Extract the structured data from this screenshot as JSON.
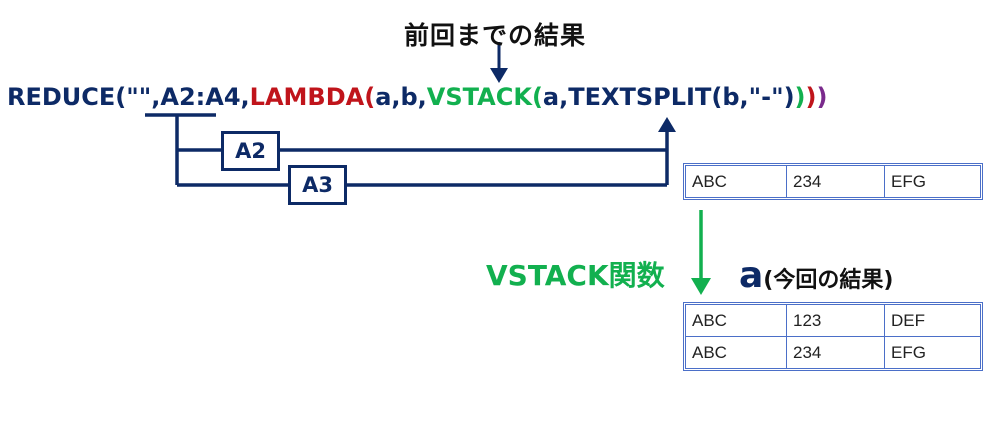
{
  "prev_result_label": "前回までの結果",
  "formula": {
    "p1": "REDUCE(\"\",",
    "p2": "A2:A4",
    "p3": ",",
    "p4": "LAMBDA(",
    "p5": "a,b,",
    "p6": "VSTACK(",
    "p7": "a,TEXTSPLIT(b,\"-\")",
    "p8": ")",
    "p9": ")",
    "p10": ")"
  },
  "ref_boxes": [
    "A2",
    "A3"
  ],
  "table_prev": [
    [
      "ABC",
      "234",
      "EFG"
    ]
  ],
  "vstack_label": "VSTACK関数",
  "result_label": {
    "var": "a",
    "desc": "(今回の結果)"
  },
  "table_result": [
    [
      "ABC",
      "123",
      "DEF"
    ],
    [
      "ABC",
      "234",
      "EFG"
    ]
  ],
  "colors": {
    "navy": "#0d2a66",
    "red": "#c0141b",
    "green": "#12b04f",
    "purple": "#7a2a8c",
    "table_border": "#4b6fc8"
  }
}
